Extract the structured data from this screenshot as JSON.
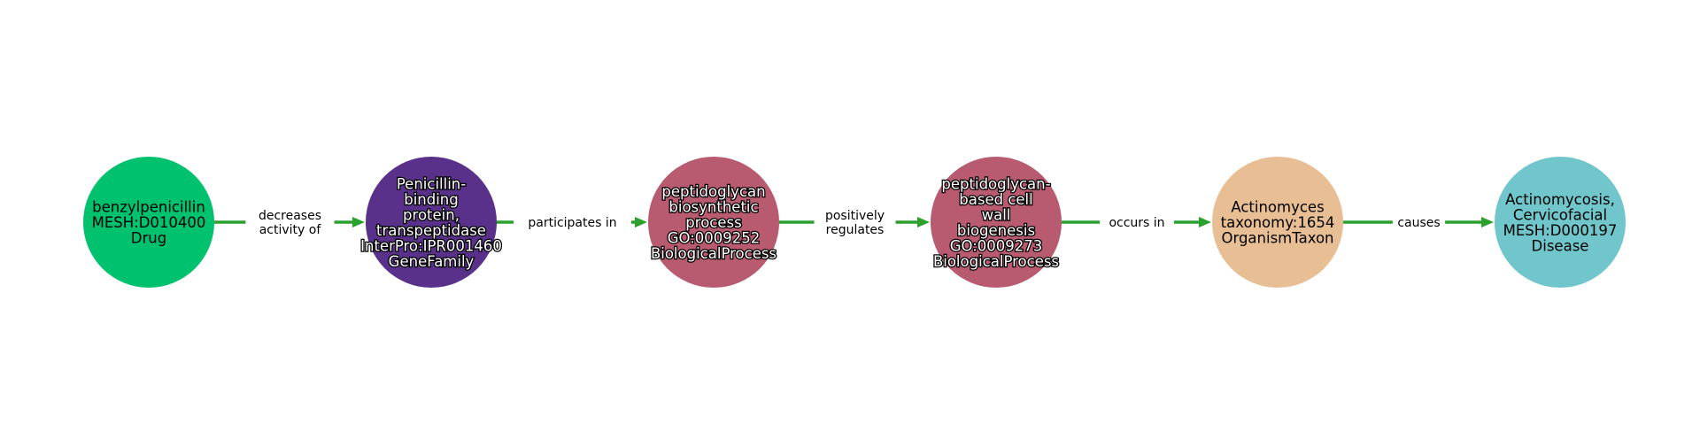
{
  "nodes": [
    {
      "id": "n1",
      "name": "node-benzylpenicillin",
      "lines": [
        "benzylpenicillin",
        "MESH:D010400",
        "Drug"
      ],
      "color": "#00c16e",
      "text": "dark"
    },
    {
      "id": "n2",
      "name": "node-penicillin-binding-protein",
      "lines": [
        "Penicillin-",
        "binding",
        "protein,",
        "transpeptidase",
        "InterPro:IPR001460",
        "GeneFamily"
      ],
      "color": "#5a318a",
      "text": "light"
    },
    {
      "id": "n3",
      "name": "node-peptidoglycan-biosynthetic-process",
      "lines": [
        "peptidoglycan",
        "biosynthetic",
        "process",
        "GO:0009252",
        "BiologicalProcess"
      ],
      "color": "#b85a70",
      "text": "light"
    },
    {
      "id": "n4",
      "name": "node-peptidoglycan-cell-wall-biogenesis",
      "lines": [
        "peptidoglycan-",
        "based cell",
        "wall",
        "biogenesis",
        "GO:0009273",
        "BiologicalProcess"
      ],
      "color": "#b85a70",
      "text": "light"
    },
    {
      "id": "n5",
      "name": "node-actinomyces",
      "lines": [
        "Actinomyces",
        "taxonomy:1654",
        "OrganismTaxon"
      ],
      "color": "#e8be94",
      "text": "dark"
    },
    {
      "id": "n6",
      "name": "node-actinomycosis-cervicofacial",
      "lines": [
        "Actinomycosis,",
        "Cervicofacial",
        "MESH:D000197",
        "Disease"
      ],
      "color": "#70c6cb",
      "text": "dark"
    }
  ],
  "edges": [
    {
      "from": "n1",
      "to": "n2",
      "lines": [
        "decreases",
        "activity of"
      ]
    },
    {
      "from": "n2",
      "to": "n3",
      "lines": [
        "participates in"
      ]
    },
    {
      "from": "n3",
      "to": "n4",
      "lines": [
        "positively",
        "regulates"
      ]
    },
    {
      "from": "n4",
      "to": "n5",
      "lines": [
        "occurs in"
      ]
    },
    {
      "from": "n5",
      "to": "n6",
      "lines": [
        "causes"
      ]
    }
  ]
}
